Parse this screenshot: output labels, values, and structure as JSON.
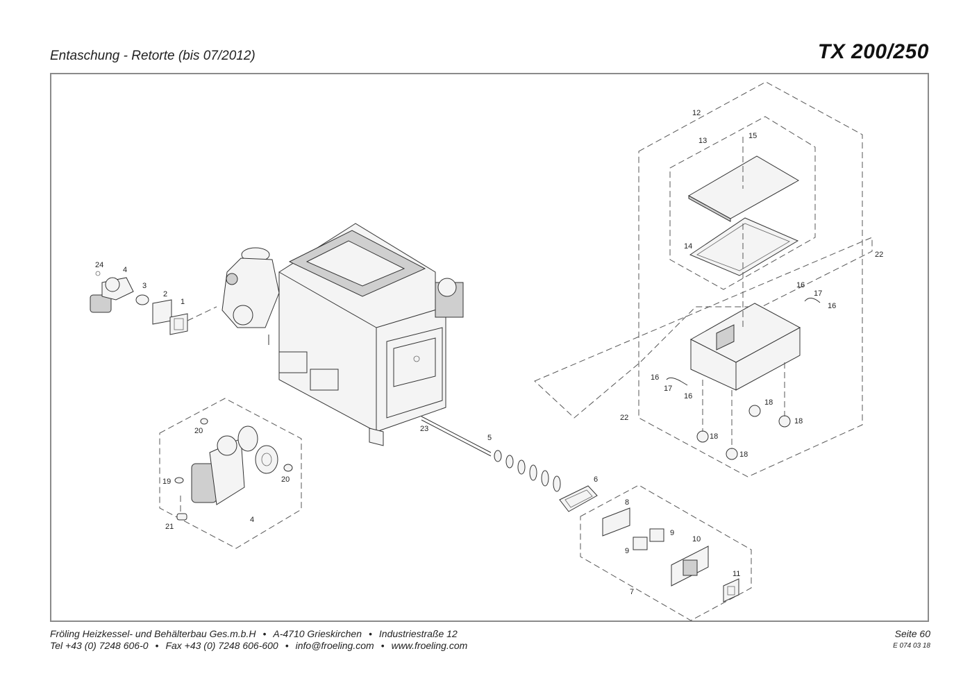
{
  "header": {
    "subtitle": "Entaschung - Retorte (bis 07/2012)",
    "model": "TX 200/250"
  },
  "diagram": {
    "callouts": {
      "c1": "1",
      "c2": "2",
      "c3": "3",
      "c4a": "4",
      "c24": "24",
      "c5": "5",
      "c6": "6",
      "c7": "7",
      "c8": "8",
      "c9a": "9",
      "c9b": "9",
      "c10": "10",
      "c11": "11",
      "c12": "12",
      "c13": "13",
      "c14": "14",
      "c15": "15",
      "c16a": "16",
      "c16b": "16",
      "c16c": "16",
      "c16d": "16",
      "c17a": "17",
      "c17b": "17",
      "c18a": "18",
      "c18b": "18",
      "c18c": "18",
      "c18d": "18",
      "c19": "19",
      "c20a": "20",
      "c20b": "20",
      "c21": "21",
      "c22a": "22",
      "c22b": "22",
      "c23": "23",
      "c4b": "4"
    }
  },
  "footer": {
    "company": "Fröling Heizkessel- und Behälterbau Ges.m.b.H",
    "address": "A-4710 Grieskirchen",
    "street": "Industriestraße 12",
    "tel": "Tel +43 (0) 7248 606-0",
    "fax": "Fax +43 (0) 7248 606-600",
    "email": "info@froeling.com",
    "web": "www.froeling.com",
    "bullet": "•",
    "page": "Seite 60",
    "docno": "E 074 03 18"
  }
}
